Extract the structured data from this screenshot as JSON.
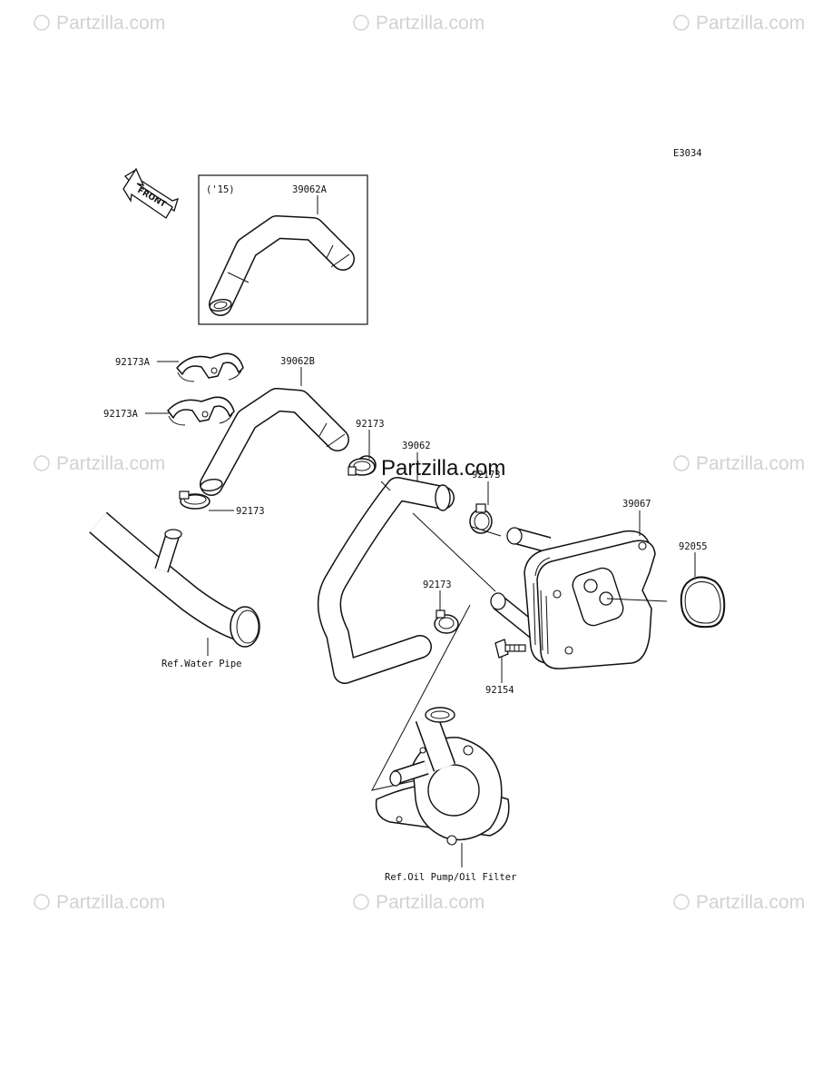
{
  "diagram_code": "E3034",
  "front_label": "FRONT",
  "watermarks": {
    "small_text": "Partzilla.com",
    "big_text": "Partzilla.com"
  },
  "inset": {
    "year_note": "('15)",
    "part": "39062A"
  },
  "callouts": {
    "clamp_a_upper": "92173A",
    "clamp_a_lower": "92173A",
    "hose_b": "39062B",
    "clamp_left": "92173",
    "clamp_mid_top": "92173",
    "hose_main": "39062",
    "clamp_right": "92173",
    "oil_cooler": "39067",
    "gasket": "92055",
    "clamp_bottom": "92173",
    "bolt": "92154"
  },
  "references": {
    "water_pipe": "Ref.Water Pipe",
    "oil_pump": "Ref.Oil Pump/Oil Filter"
  }
}
